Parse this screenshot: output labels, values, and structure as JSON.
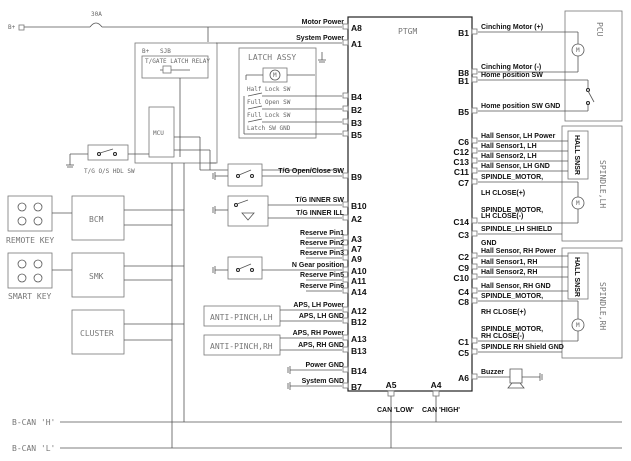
{
  "ptgm": {
    "title": "PTGM"
  },
  "left_pins": [
    {
      "label": "Motor Power",
      "pin": "A8"
    },
    {
      "label": "System Power",
      "pin": "A1"
    },
    {
      "label": "",
      "pin": "B4"
    },
    {
      "label": "",
      "pin": "B2"
    },
    {
      "label": "",
      "pin": "B3"
    },
    {
      "label": "",
      "pin": "B5"
    },
    {
      "label": "T/G Open/Close SW",
      "pin": "B9"
    },
    {
      "label": "T/G INNER SW",
      "pin": "B10"
    },
    {
      "label": "T/G INNER ILL",
      "pin": "A2"
    },
    {
      "label": "Reserve Pin1",
      "pin": "A3"
    },
    {
      "label": "Reserve Pin2",
      "pin": "A7"
    },
    {
      "label": "Reserve Pin3",
      "pin": "A9"
    },
    {
      "label": "N Gear position",
      "pin": "A10"
    },
    {
      "label": "Reserve Pin5",
      "pin": "A11"
    },
    {
      "label": "Reserve Pin6",
      "pin": "A14"
    },
    {
      "label": "APS, LH Power",
      "pin": "A12"
    },
    {
      "label": "APS, LH GND",
      "pin": "B12"
    },
    {
      "label": "APS, RH Power",
      "pin": "A13"
    },
    {
      "label": "APS, RH GND",
      "pin": "B13"
    },
    {
      "label": "Power GND",
      "pin": "B14"
    },
    {
      "label": "System GND",
      "pin": "B7"
    }
  ],
  "right_pins": [
    {
      "label": "Cinching Motor (+)",
      "pin": "B1"
    },
    {
      "label": "Cinching Motor (-)",
      "pin": "B8"
    },
    {
      "label": "Home position SW",
      "pin": "B1"
    },
    {
      "label": "Home position SW GND",
      "pin": "B5"
    },
    {
      "label": "Hall Sensor, LH Power",
      "pin": "C6"
    },
    {
      "label": "Hall Sensor1, LH",
      "pin": "C12"
    },
    {
      "label": "Hall Sensor2, LH",
      "pin": "C13"
    },
    {
      "label": "Hall Sensor, LH GND",
      "pin": "C11"
    },
    {
      "label": "SPINDLE_MOTOR,",
      "pin": "C7"
    },
    {
      "label": "LH CLOSE(+)",
      "pin": ""
    },
    {
      "label": "SPINDLE_MOTOR,",
      "pin": ""
    },
    {
      "label": "LH CLOSE(-)",
      "pin": "C14"
    },
    {
      "label": "SPINDLE_LH SHIELD",
      "pin": "C3"
    },
    {
      "label": "GND",
      "pin": ""
    },
    {
      "label": "Hall Sensor, RH Power",
      "pin": "C2"
    },
    {
      "label": "Hall Sensor1, RH",
      "pin": "C9"
    },
    {
      "label": "Hall Sensor2, RH",
      "pin": "C10"
    },
    {
      "label": "Hall Sensor, RH GND",
      "pin": "C4"
    },
    {
      "label": "SPINDLE_MOTOR,",
      "pin": "C8"
    },
    {
      "label": "RH CLOSE(+)",
      "pin": ""
    },
    {
      "label": "SPINDLE_MOTOR,",
      "pin": ""
    },
    {
      "label": "RH CLOSE(-)",
      "pin": "C1"
    },
    {
      "label": "SPINDLE RH Shield GND",
      "pin": "C5"
    },
    {
      "label": "Buzzer",
      "pin": "A6"
    }
  ],
  "bottom_pins": [
    {
      "pin": "A5",
      "label": "CAN 'LOW'"
    },
    {
      "pin": "A4",
      "label": "CAN 'HIGH'"
    }
  ],
  "left_side": {
    "bplus": "B+",
    "fuse": "30A",
    "sjb": "SJB",
    "bplus_small": "B+",
    "relay_label": "T/GATE LATCH RELAY",
    "mcu": "MCU",
    "hdl_sw": "T/G O/S HDL SW",
    "latch_assy": "LATCH ASSY",
    "latch_motor": "M",
    "half_lock": "Half Lock SW",
    "full_open": "Full Open SW",
    "full_lock": "Full Lock SW",
    "latch_gnd": "Latch SW GND",
    "bcm": "BCM",
    "smk": "SMK",
    "cluster": "CLUSTER",
    "remote_key": "REMOTE KEY",
    "smart_key": "SMART KEY",
    "anti_lh": "ANTI-PINCH,LH",
    "anti_rh": "ANTI-PINCH,RH",
    "bcan_h": "B-CAN 'H'",
    "bcan_l": "B-CAN 'L'"
  },
  "right_side": {
    "pcu": "PCU",
    "spindle_lh": "SPINDLE,LH",
    "spindle_rh": "SPINDLE,RH",
    "hall_sensor": "HALL SNSR",
    "motor": "M"
  }
}
